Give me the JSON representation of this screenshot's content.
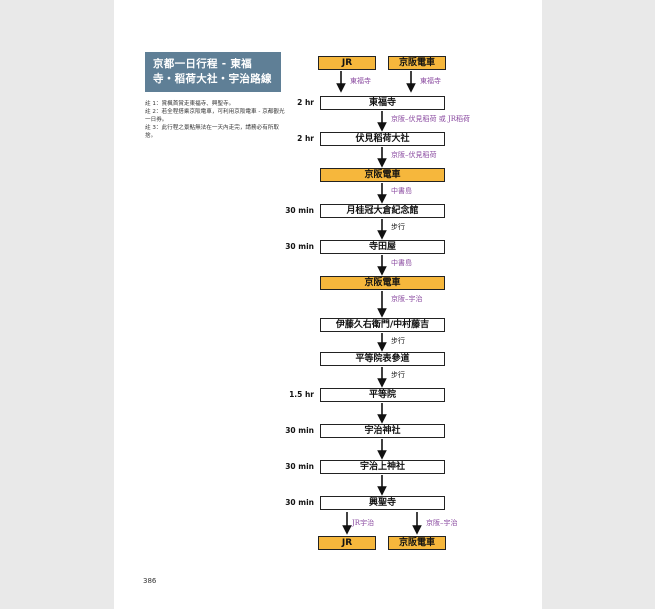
{
  "title": "京都一日行程 - 東福寺・稻荷大社・宇治路線",
  "notes": [
    "註 1：賞楓首賞走東福寺、興聖寺。",
    "註 2：若全程搭乘京阪電車，可利用京阪電車 - 京都觀光一日券。",
    "註 3：此行程之景點無法在一天內走完，請務必有所取捨。"
  ],
  "page_number": "386",
  "start_nodes": [
    "JR",
    "京阪電車"
  ],
  "start_labels": [
    "東福寺",
    "東福寺"
  ],
  "steps": [
    {
      "time": "2 hr",
      "name": "東福寺",
      "orange": false,
      "next": "京阪–伏見稻荷 或 JR稻荷",
      "next_color": "purple"
    },
    {
      "time": "2 hr",
      "name": "伏見稻荷大社",
      "orange": false,
      "next": "京阪–伏見稻荷",
      "next_color": "purple"
    },
    {
      "time": "",
      "name": "京阪電車",
      "orange": true,
      "next": "中書島",
      "next_color": "purple"
    },
    {
      "time": "30 min",
      "name": "月桂冠大倉紀念館",
      "orange": false,
      "next": "步行",
      "next_color": "black"
    },
    {
      "time": "30 min",
      "name": "寺田屋",
      "orange": false,
      "next": "中書島",
      "next_color": "purple"
    },
    {
      "time": "",
      "name": "京阪電車",
      "orange": true,
      "next": "京阪–宇治",
      "next_color": "purple"
    },
    {
      "time": "",
      "name": "伊藤久右衛門/中村藤吉",
      "orange": false,
      "next": "步行",
      "next_color": "black"
    },
    {
      "time": "",
      "name": "平等院表參道",
      "orange": false,
      "next": "步行",
      "next_color": "black"
    },
    {
      "time": "1.5 hr",
      "name": "平等院",
      "orange": false,
      "next": "",
      "next_color": "purple"
    },
    {
      "time": "30 min",
      "name": "宇治神社",
      "orange": false,
      "next": "",
      "next_color": "purple"
    },
    {
      "time": "30 min",
      "name": "宇治上神社",
      "orange": false,
      "next": "",
      "next_color": "purple"
    },
    {
      "time": "30 min",
      "name": "興聖寺",
      "orange": false,
      "next": "",
      "next_color": "purple"
    }
  ],
  "end_labels": [
    "JR宇治",
    "京阪–宇治"
  ],
  "end_nodes": [
    "JR",
    "京阪電車"
  ]
}
